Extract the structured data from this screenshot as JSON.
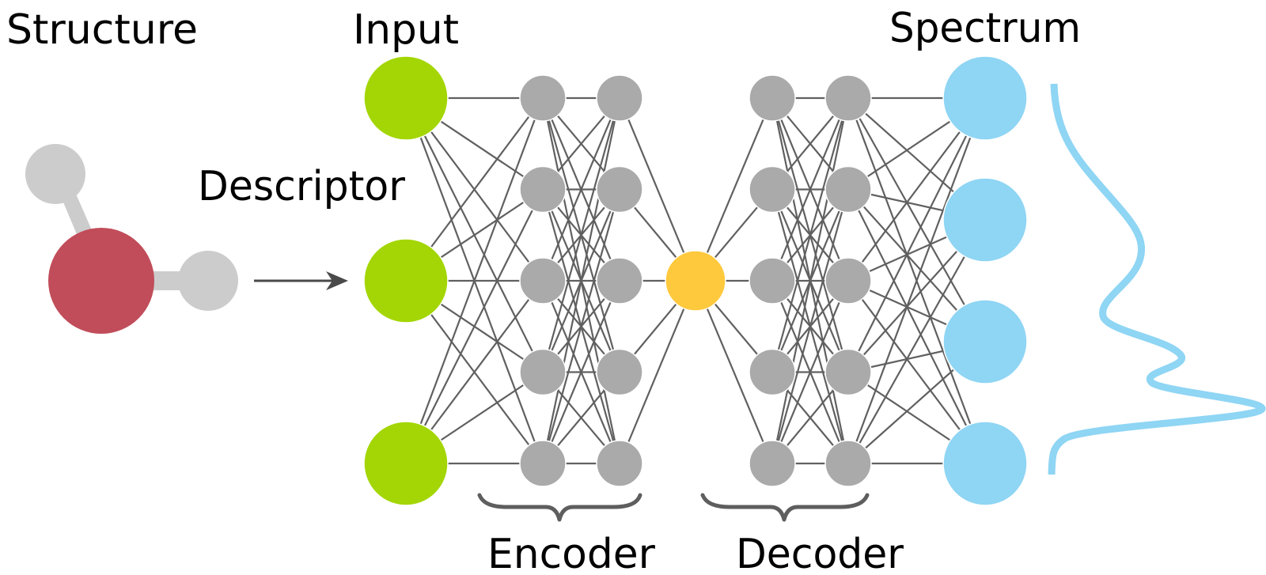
{
  "labels": {
    "structure": "Structure",
    "input": "Input",
    "descriptor": "Descriptor",
    "spectrum": "Spectrum",
    "encoder": "Encoder",
    "decoder": "Decoder"
  },
  "colors": {
    "input_node": "#a3d604",
    "hidden_node": "#aaaaaa",
    "latent_node": "#fec93c",
    "output_node": "#8fd5f4",
    "spectrum_curve": "#8fd5f4",
    "oxygen_atom": "#c14d5a",
    "hydrogen_atom": "#cccccc",
    "edge": "#606060",
    "arrow": "#4a4a4a"
  },
  "molecule": {
    "name": "water",
    "atoms": [
      {
        "element": "O",
        "role": "central"
      },
      {
        "element": "H",
        "role": "upper-left"
      },
      {
        "element": "H",
        "role": "right"
      }
    ]
  },
  "network": {
    "layers": [
      {
        "name": "input",
        "nodes": 3,
        "group": "input"
      },
      {
        "name": "encoder-hidden-1",
        "nodes": 5,
        "group": "encoder"
      },
      {
        "name": "encoder-hidden-2",
        "nodes": 5,
        "group": "encoder"
      },
      {
        "name": "latent",
        "nodes": 1,
        "group": "latent"
      },
      {
        "name": "decoder-hidden-1",
        "nodes": 5,
        "group": "decoder"
      },
      {
        "name": "decoder-hidden-2",
        "nodes": 5,
        "group": "decoder"
      },
      {
        "name": "output",
        "nodes": 4,
        "group": "output"
      }
    ],
    "connectivity": "fully-connected"
  }
}
